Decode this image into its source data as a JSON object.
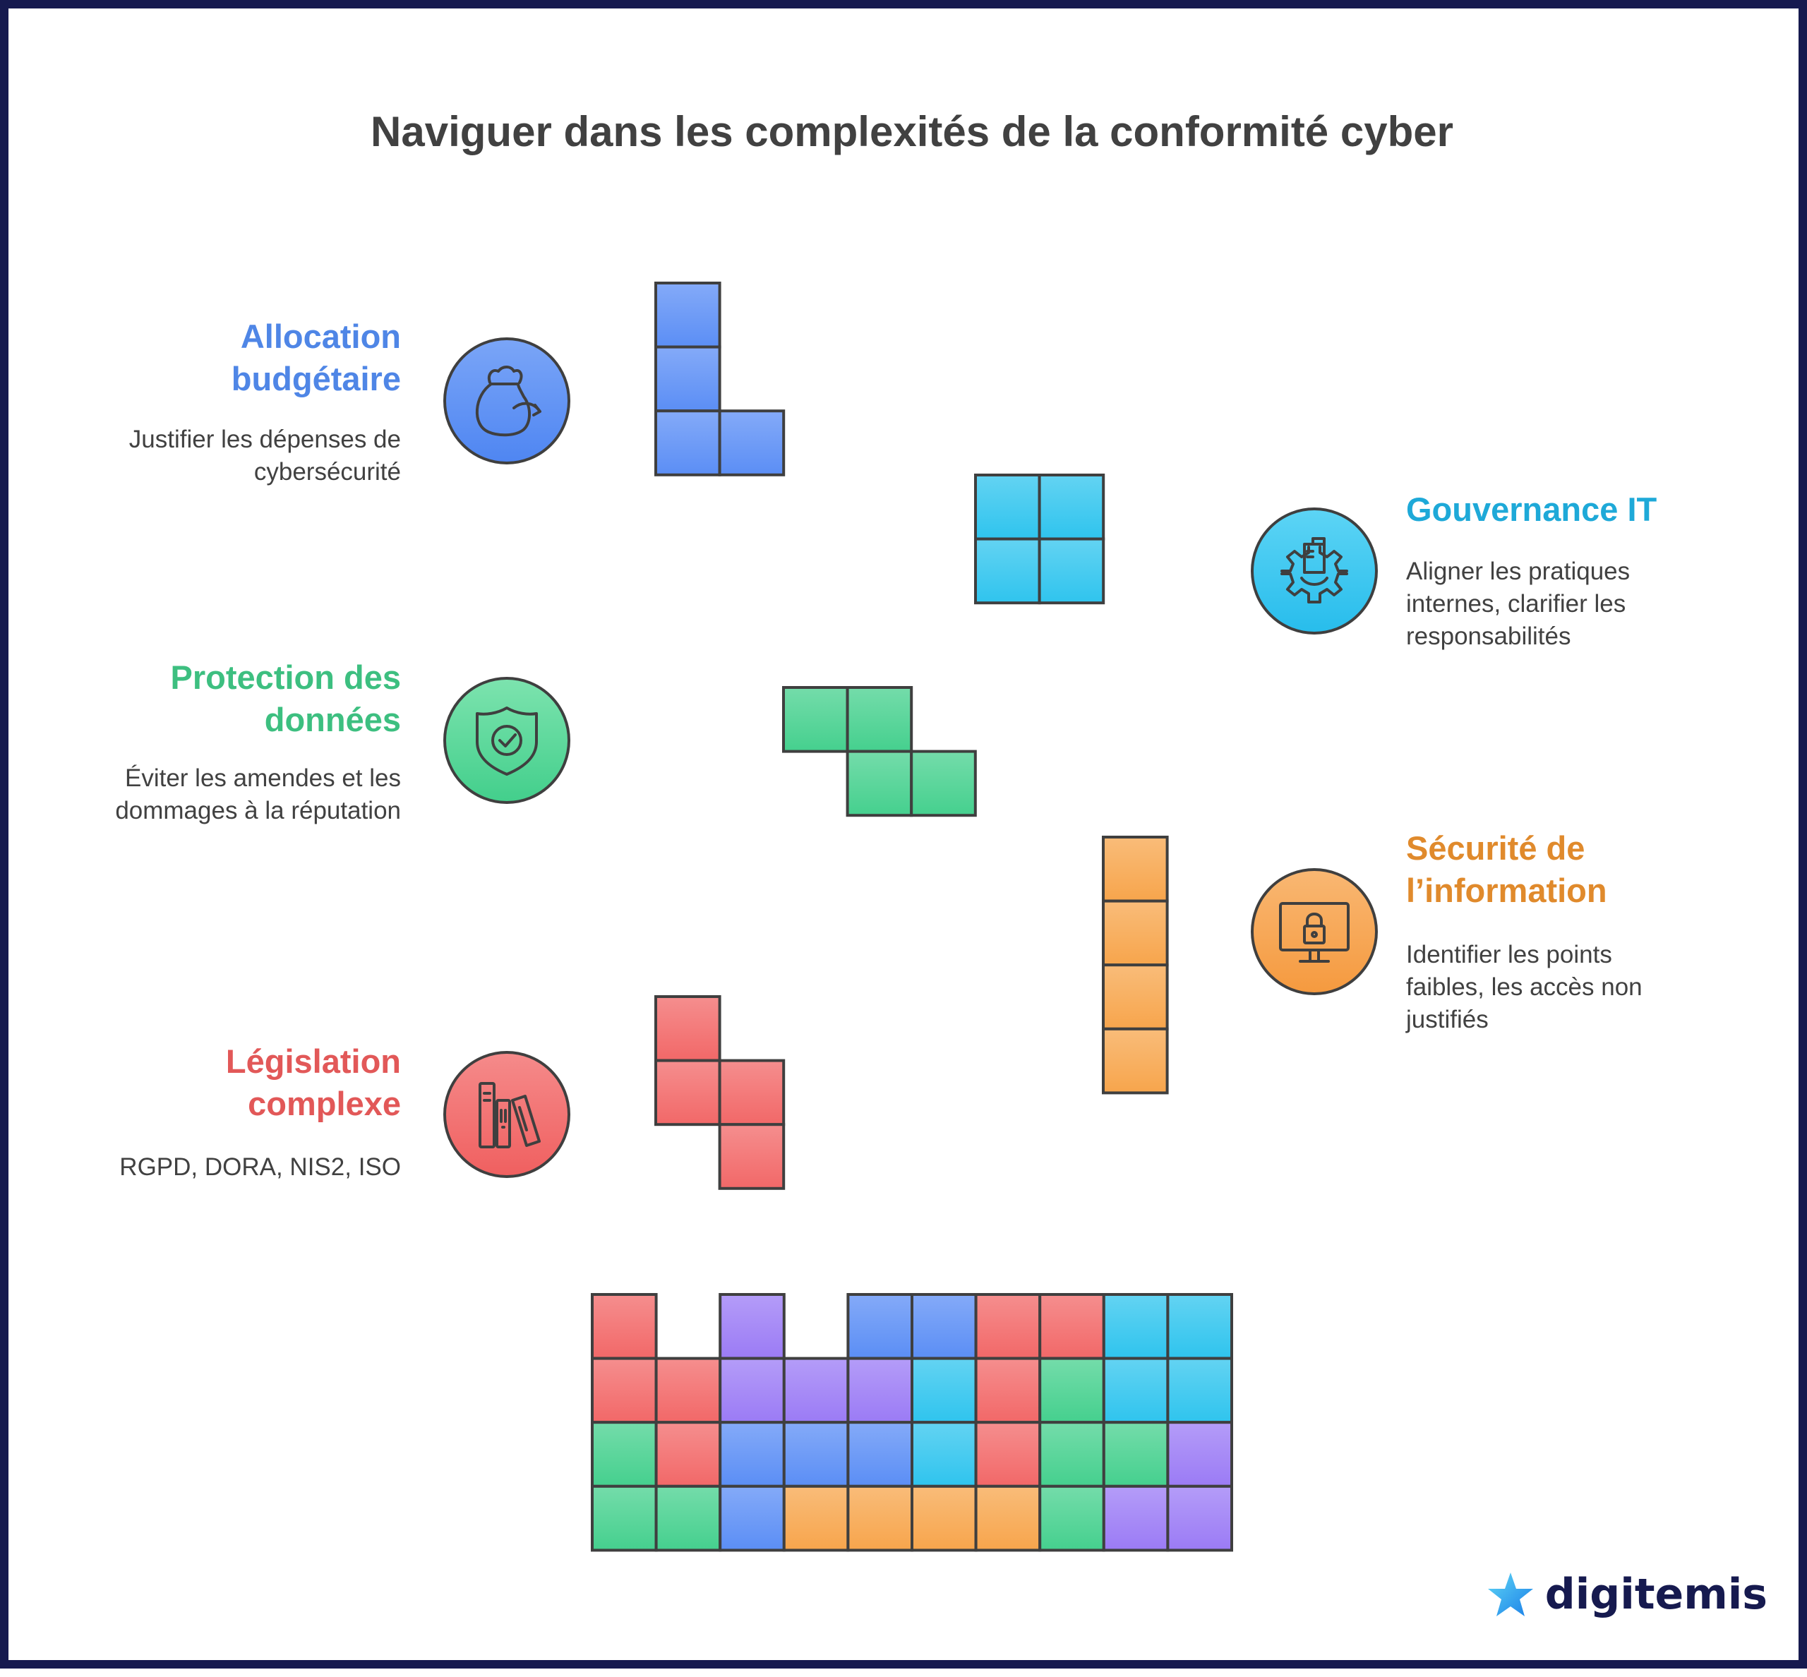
{
  "title": "Naviguer dans les complexités de la conformité cyber",
  "colors": {
    "blue": "#5b8ef5",
    "cyan": "#2fc4ee",
    "green": "#45d08e",
    "orange": "#f7a54c",
    "red": "#f26868",
    "purple": "#9b7bf5",
    "outline": "#3f3f3f",
    "frame": "#161a4f"
  },
  "items": [
    {
      "heading_lines": [
        "Allocation",
        "budgétaire"
      ],
      "desc_lines": [
        "Justifier les dépenses de",
        "cybersécurité"
      ],
      "color": "#4f86e6",
      "icon": "money-bag-icon"
    },
    {
      "heading_lines": [
        "Gouvernance IT"
      ],
      "desc_lines": [
        "Aligner les pratiques",
        "internes, clarifier les",
        "responsabilités"
      ],
      "color": "#1ea9d8",
      "icon": "gear-document-icon"
    },
    {
      "heading_lines": [
        "Protection des",
        "données"
      ],
      "desc_lines": [
        "Éviter les amendes et les",
        "dommages à la réputation"
      ],
      "color": "#3dbf80",
      "icon": "shield-check-icon"
    },
    {
      "heading_lines": [
        "Sécurité de",
        "l’information"
      ],
      "desc_lines": [
        "Identifier les points",
        "faibles, les accès non",
        "justifiés"
      ],
      "color": "#e08a2c",
      "icon": "monitor-lock-icon"
    },
    {
      "heading_lines": [
        "Législation",
        "complexe"
      ],
      "desc_lines": [
        "RGPD, DORA, NIS2, ISO"
      ],
      "color": "#e25858",
      "icon": "law-books-icon"
    }
  ],
  "stack_grid": [
    "R.P.BBRRCC",
    "RRPPPCRGCC",
    "GRBBBCRGGP",
    "GGBOOOOGPP"
  ],
  "logo": {
    "text": "digitemis",
    "icon": "star-logo-icon"
  }
}
